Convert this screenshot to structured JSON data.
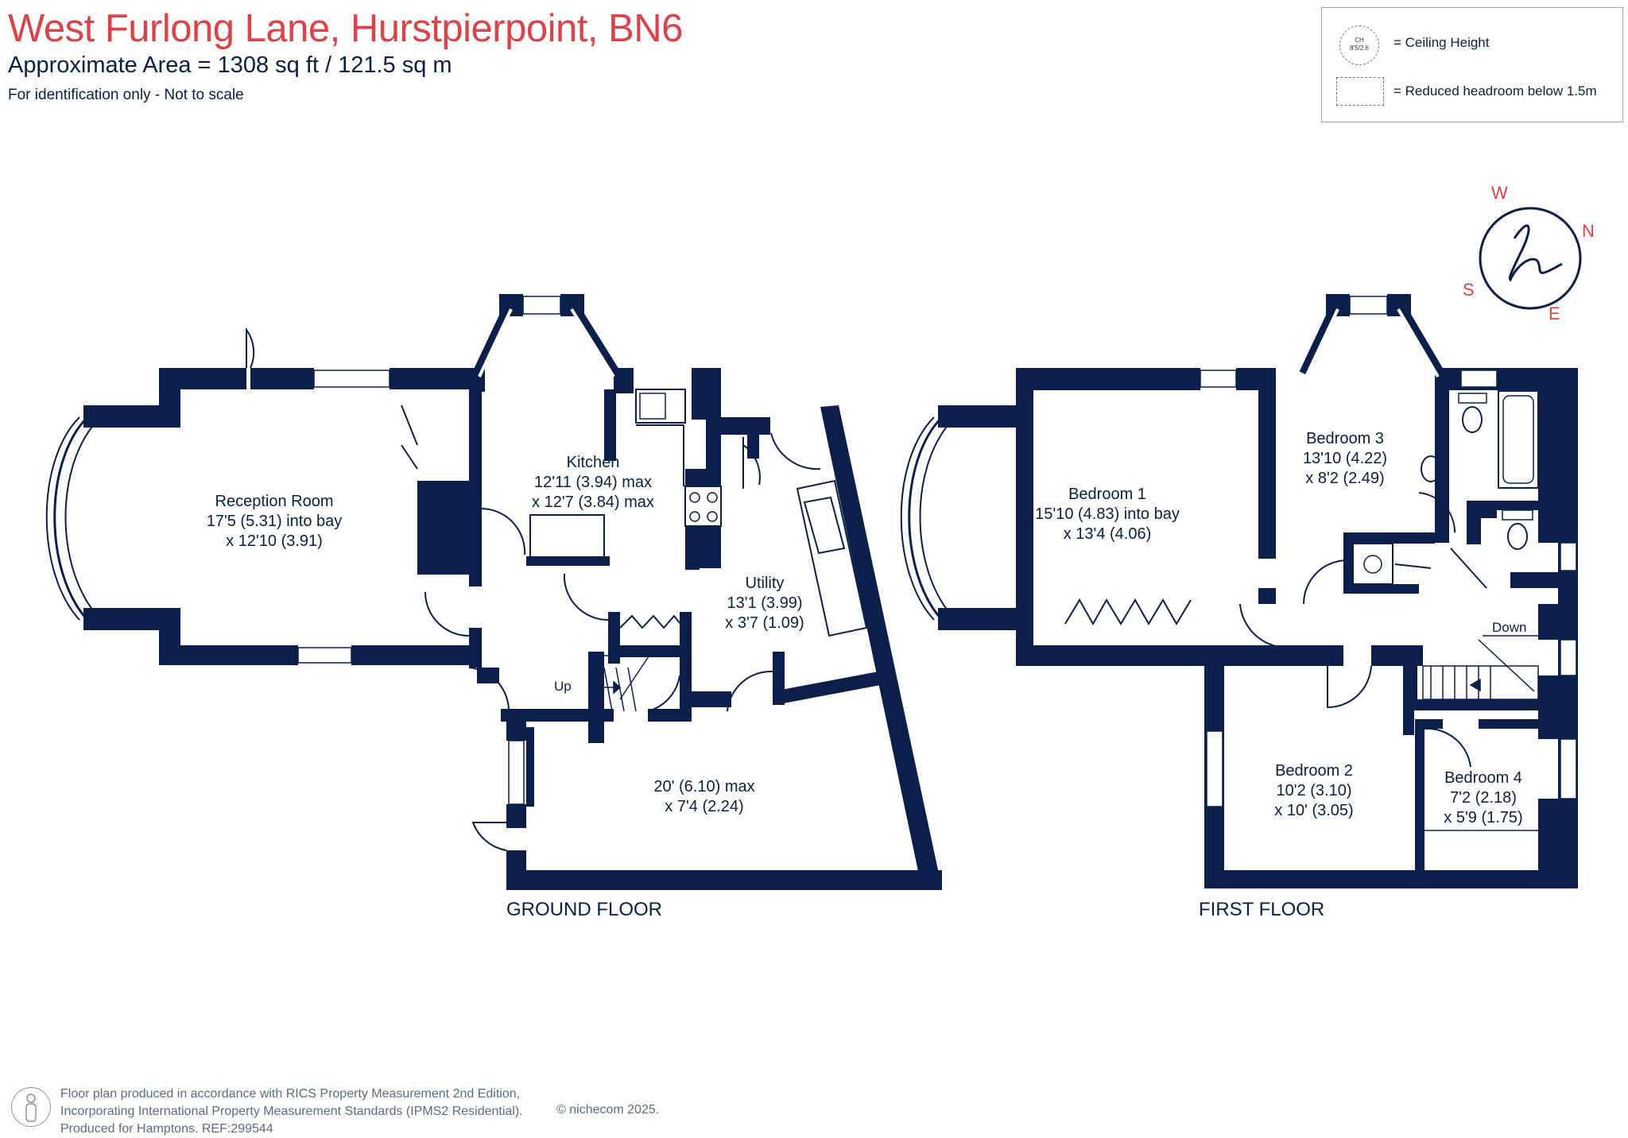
{
  "header": {
    "title": "West Furlong Lane, Hurstpierpoint, BN6",
    "area": "Approximate Area = 1308  sq ft / 121.5  sq m",
    "note": "For identification only - Not to scale"
  },
  "legend": {
    "ch_symbol_top": "CH",
    "ch_symbol_value": "8'5/2.6",
    "ceiling_height": "= Ceiling Height",
    "reduced_headroom": "= Reduced headroom below 1.5m"
  },
  "compass": {
    "n": "N",
    "e": "E",
    "s": "S",
    "w": "W"
  },
  "ground_floor": {
    "label": "GROUND FLOOR",
    "reception": {
      "name": "Reception Room",
      "dim1": "17'5 (5.31) into bay",
      "dim2": "x 12'10 (3.91)"
    },
    "kitchen": {
      "name": "Kitchen",
      "dim1": "12'11 (3.94) max",
      "dim2": "x 12'7 (3.84) max"
    },
    "utility": {
      "name": "Utility",
      "dim1": "13'1 (3.99)",
      "dim2": "x 3'7 (1.09)"
    },
    "garage": {
      "dim1": "20' (6.10) max",
      "dim2": "x 7'4 (2.24)"
    },
    "stairs": "Up"
  },
  "first_floor": {
    "label": "FIRST FLOOR",
    "bedroom1": {
      "name": "Bedroom 1",
      "dim1": "15'10 (4.83) into bay",
      "dim2": "x 13'4 (4.06)"
    },
    "bedroom2": {
      "name": "Bedroom 2",
      "dim1": "10'2 (3.10)",
      "dim2": "x 10' (3.05)"
    },
    "bedroom3": {
      "name": "Bedroom 3",
      "dim1": "13'10 (4.22)",
      "dim2": "x 8'2 (2.49)"
    },
    "bedroom4": {
      "name": "Bedroom 4",
      "dim1": "7'2 (2.18)",
      "dim2": "x 5'9 (1.75)"
    },
    "stairs": "Down"
  },
  "footer": {
    "line1": "Floor plan produced in accordance with RICS Property Measurement 2nd Edition,",
    "line2": "Incorporating International Property Measurement Standards (IPMS2 Residential).",
    "line3": "Produced for Hamptons.   REF:299544",
    "copyright": "© nichecom 2025."
  },
  "colors": {
    "wall": "#0b1f4a",
    "title": "#d9434a",
    "text": "#0b1f3f"
  }
}
